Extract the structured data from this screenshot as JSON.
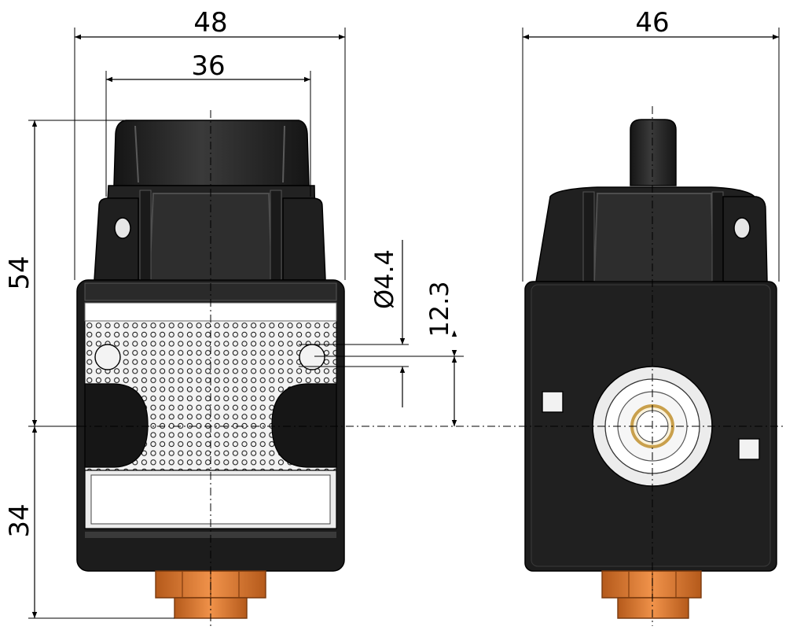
{
  "dimensions": {
    "front_width": "48",
    "inner_width": "36",
    "side_width": "46",
    "upper_height": "54",
    "lower_height": "34",
    "hole_diameter": "Ø4.4",
    "hole_offset": "12.3"
  },
  "colors": {
    "body": "#1b1b1b",
    "body_mid": "#2c2c2c",
    "body_light": "#3e3e3e",
    "label": "#ececec",
    "perforated": "#f4f4f4",
    "fitting": "#d9772e",
    "fitting_dark": "#a14f14",
    "brass": "#c9a04c",
    "line": "#000000"
  },
  "icons": {
    "front_view": "valve-front-view-drawing",
    "side_view": "valve-side-view-drawing"
  }
}
